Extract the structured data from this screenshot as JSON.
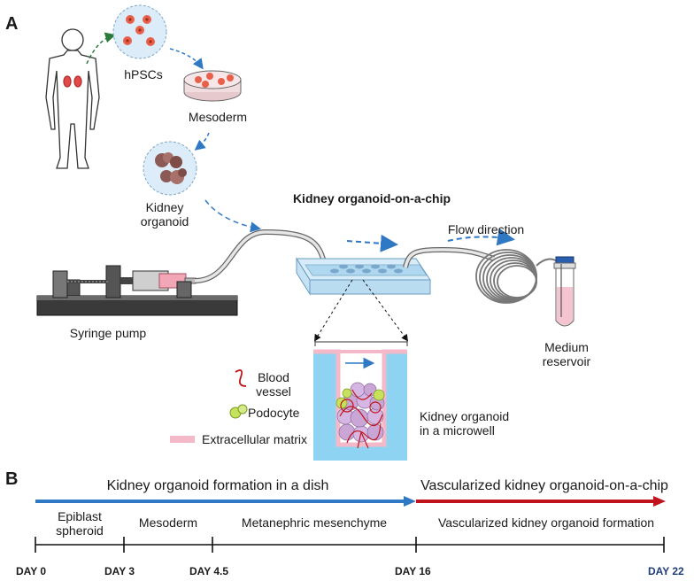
{
  "panel_a": {
    "label": "A",
    "steps": {
      "hpsc": "hPSCs",
      "mesoderm": "Mesoderm",
      "organoid_line1": "Kidney",
      "organoid_line2": "organoid"
    },
    "chip_title": "Kidney organoid-on-a-chip",
    "flow_direction": "Flow direction",
    "syringe_pump": "Syringe pump",
    "reservoir_line1": "Medium",
    "reservoir_line2": "reservoir",
    "legend": {
      "blood_vessel_line1": "Blood",
      "blood_vessel_line2": "vessel",
      "podocyte": "Podocyte",
      "ecm": "Extracellular matrix"
    },
    "microwell_line1": "Kidney organoid",
    "microwell_line2": "in a microwell"
  },
  "panel_b": {
    "label": "B",
    "phase1": "Kidney organoid formation in a dish",
    "phase2": "Vascularized kidney organoid-on-a-chip",
    "stages": {
      "s1_line1": "Epiblast",
      "s1_line2": "spheroid",
      "s2": "Mesoderm",
      "s3": "Metanephric mesenchyme",
      "s4": "Vascularized kidney organoid formation"
    },
    "days": [
      "DAY 0",
      "DAY 3",
      "DAY 4.5",
      "DAY 16",
      "DAY 22"
    ]
  },
  "colors": {
    "blue_arrow": "#2f78c4",
    "red_arrow": "#c0141c",
    "day22": "#1f3d7a",
    "dish_circle": "#dcecf8",
    "cell": "#e8604a",
    "ecm": "#f4b9c8",
    "well_water": "#8fd3f2",
    "organoid": "#c9a6d6",
    "podocyte": "#c6e15c"
  }
}
